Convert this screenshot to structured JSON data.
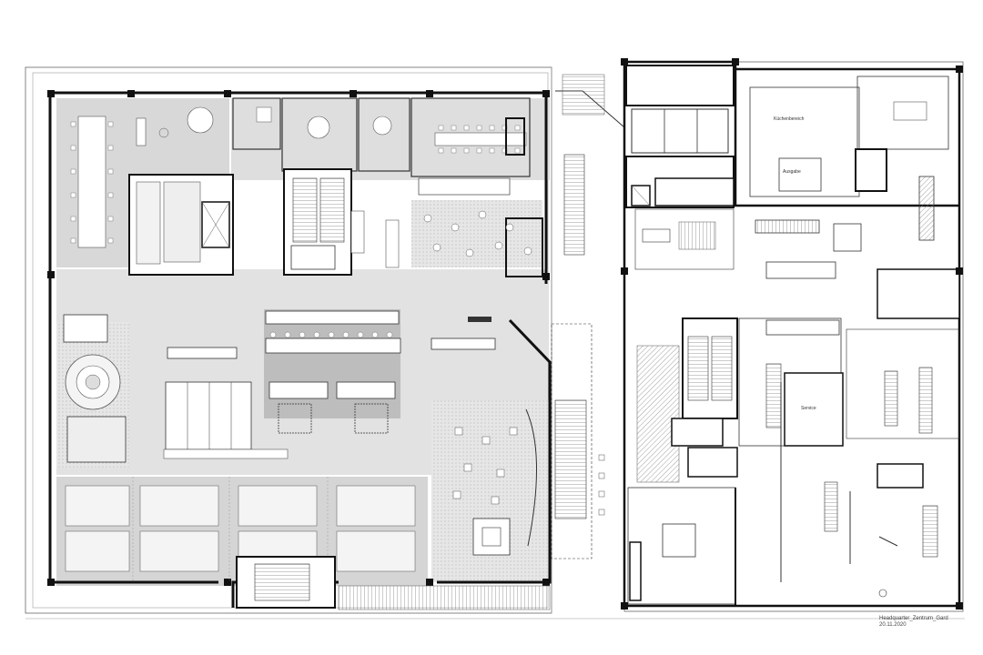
{
  "title_block": {
    "project": "Headquarter_Zentrum_Gard",
    "date": "20.11.2020"
  },
  "room_labels": {
    "kitchen_office": "Küchenbereich",
    "counter": "Ausgabe",
    "service": "Service"
  },
  "colors": {
    "wall": "#111111",
    "thin_line": "#555555",
    "office_fill": "#d7d7d7",
    "hatch": "#999999",
    "background": "#ffffff"
  }
}
